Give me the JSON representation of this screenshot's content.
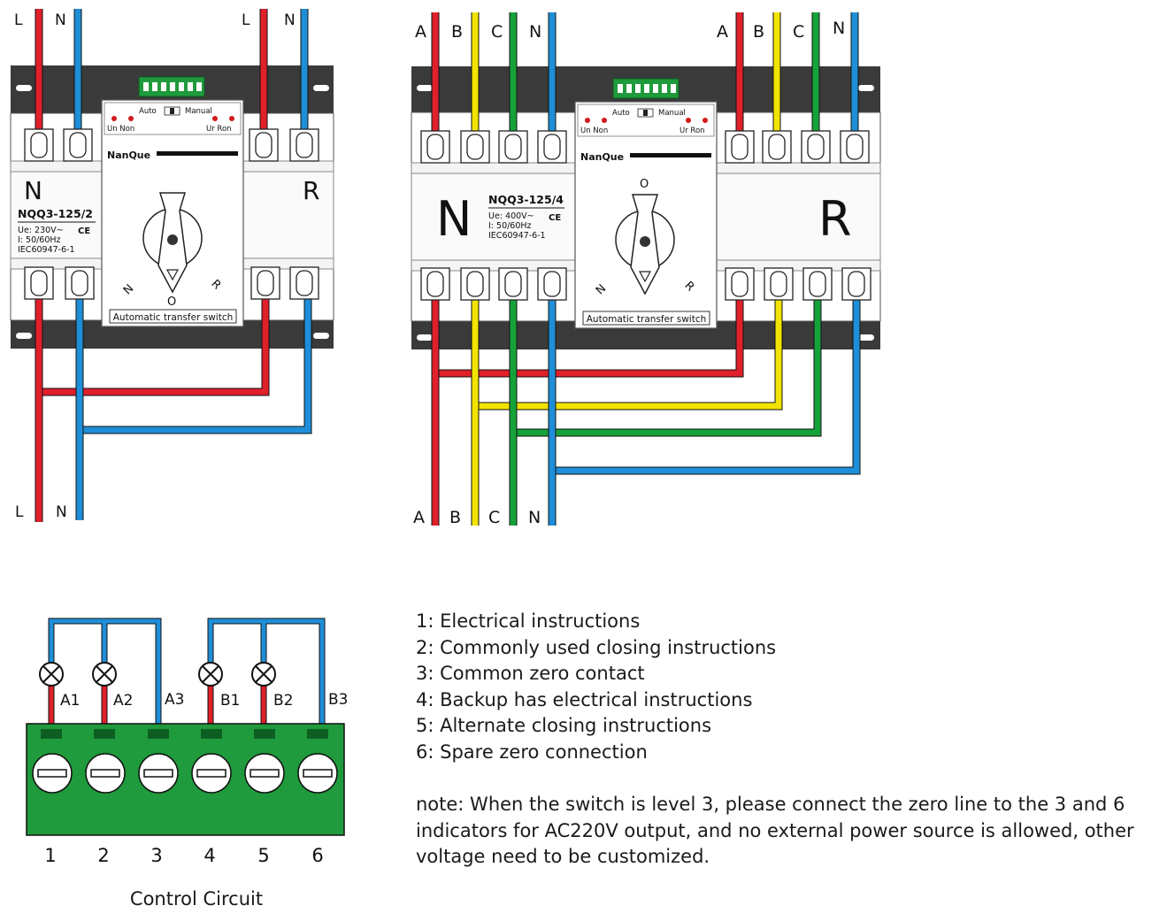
{
  "colors": {
    "live": "#e0202a",
    "neutral": "#1f8ed8",
    "phase_b": "#f2e400",
    "phase_c": "#16a23a",
    "rail": "#3a3a3a",
    "terminal_block": "#1f9a3c"
  },
  "two_pole": {
    "top_labels_left": [
      "L",
      "N"
    ],
    "top_labels_right": [
      "L",
      "N"
    ],
    "bottom_labels": [
      "L",
      "N"
    ],
    "side_left": "N",
    "side_right": "R",
    "model": "NQQ3-125/2",
    "spec_lines": [
      "Ue: 230V~",
      "I: 50/60Hz",
      "IEC60947-6-1"
    ],
    "ce_mark": "CE",
    "brand": "NanQue",
    "auto": "Auto",
    "manual": "Manual",
    "ind_left": "Un Non",
    "ind_right": "Ur Ron",
    "dial_n": "N",
    "dial_o": "O",
    "dial_r": "R",
    "footer": "Automatic transfer switch"
  },
  "four_pole": {
    "top_labels_left": [
      "A",
      "B",
      "C",
      "N"
    ],
    "top_labels_right": [
      "A",
      "B",
      "C",
      "N"
    ],
    "bottom_labels": [
      "A",
      "B",
      "C",
      "N"
    ],
    "side_left": "N",
    "side_right": "R",
    "model": "NQQ3-125/4",
    "spec_lines": [
      "Ue: 400V~",
      "I: 50/60Hz",
      "IEC60947-6-1"
    ],
    "ce_mark": "CE",
    "brand": "NanQue",
    "auto": "Auto",
    "manual": "Manual",
    "ind_left": "Un Non",
    "ind_right": "Ur Ron",
    "dial_n": "N",
    "dial_o": "O",
    "dial_r": "R",
    "footer": "Automatic transfer switch"
  },
  "control": {
    "wire_labels": [
      "A1",
      "A2",
      "A3",
      "B1",
      "B2",
      "B3"
    ],
    "terminal_numbers": [
      "1",
      "2",
      "3",
      "4",
      "5",
      "6"
    ],
    "caption": "Control Circuit"
  },
  "instructions": [
    "1: Electrical instructions",
    "2: Commonly used closing instructions",
    "3: Common zero contact",
    "4: Backup has electrical instructions",
    "5: Alternate closing instructions",
    "6: Spare zero connection"
  ],
  "note": "note: When the switch is level 3, please connect the zero line to the 3 and 6 indicators for AC220V output, and no external power source is allowed, other voltage need to be customized."
}
